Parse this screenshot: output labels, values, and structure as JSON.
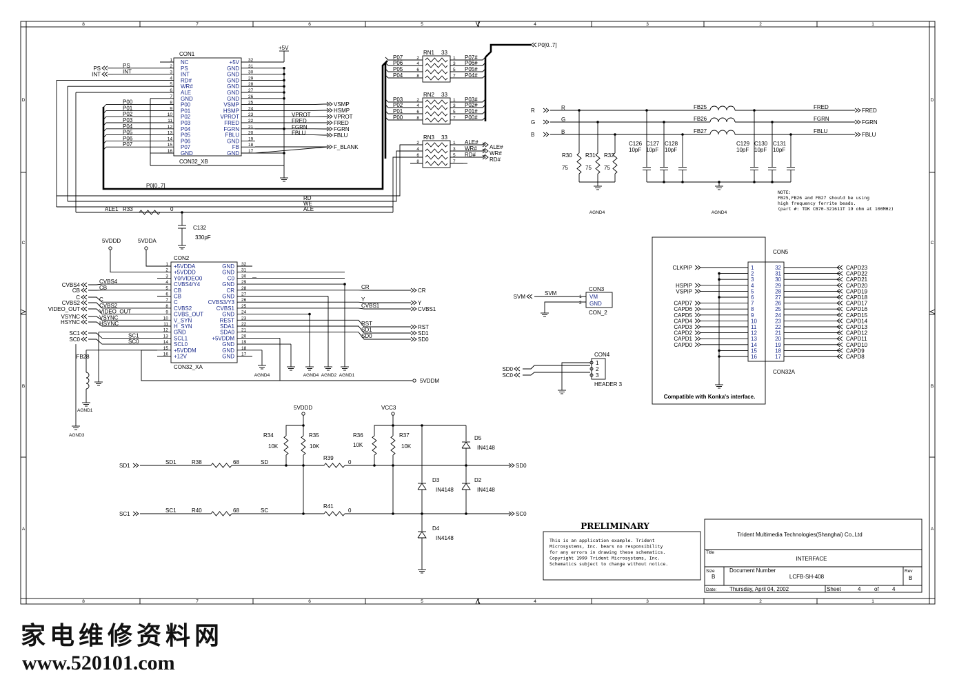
{
  "border": {
    "cols": [
      "8",
      "7",
      "6",
      "5",
      "4",
      "3",
      "2",
      "1"
    ],
    "rows": [
      "D",
      "C",
      "B",
      "A"
    ]
  },
  "con1": {
    "ref": "CON1",
    "part": "CON32_XB",
    "supply": "+5V",
    "left_pins": [
      {
        "n": "1",
        "name": "NC"
      },
      {
        "n": "2",
        "name": "PS"
      },
      {
        "n": "3",
        "name": "INT"
      },
      {
        "n": "4",
        "name": "RD#"
      },
      {
        "n": "5",
        "name": "WR#"
      },
      {
        "n": "6",
        "name": "ALE"
      },
      {
        "n": "7",
        "name": "GND"
      },
      {
        "n": "8",
        "name": "P00"
      },
      {
        "n": "9",
        "name": "P01"
      },
      {
        "n": "10",
        "name": "P02"
      },
      {
        "n": "11",
        "name": "P03"
      },
      {
        "n": "12",
        "name": "P04"
      },
      {
        "n": "13",
        "name": "P05"
      },
      {
        "n": "14",
        "name": "P06"
      },
      {
        "n": "15",
        "name": "P07"
      },
      {
        "n": "16",
        "name": "GND"
      }
    ],
    "right_pins": [
      {
        "n": "32",
        "name": "+5V"
      },
      {
        "n": "31",
        "name": "GND"
      },
      {
        "n": "30",
        "name": "GND"
      },
      {
        "n": "29",
        "name": "GND"
      },
      {
        "n": "28",
        "name": "GND"
      },
      {
        "n": "27",
        "name": "GND"
      },
      {
        "n": "26",
        "name": "GND"
      },
      {
        "n": "25",
        "name": "VSMP"
      },
      {
        "n": "24",
        "name": "HSMP"
      },
      {
        "n": "23",
        "name": "VPROT"
      },
      {
        "n": "22",
        "name": "FRED"
      },
      {
        "n": "21",
        "name": "FGRN"
      },
      {
        "n": "20",
        "name": "FBLU"
      },
      {
        "n": "19",
        "name": "GND"
      },
      {
        "n": "18",
        "name": "FB"
      },
      {
        "n": "17",
        "name": "GND"
      }
    ],
    "left_nets": [
      "PS",
      "INT"
    ],
    "left_ports": [
      "PS",
      "INT"
    ],
    "bus_nets": [
      "P00",
      "P01",
      "P02",
      "P03",
      "P04",
      "P05",
      "P06",
      "P07"
    ],
    "right_nets": [
      "VPROT",
      "FRED",
      "FGRN",
      "FBLU"
    ],
    "ports": [
      "VSMP",
      "HSMP",
      "VPROT",
      "FRED",
      "FGRN",
      "FBLU",
      "F_BLANK"
    ],
    "bus_label": "P0[0..7]"
  },
  "rnets": [
    {
      "ref": "RN1",
      "val": "33",
      "pins_l": [
        "2",
        "4",
        "6",
        "8"
      ],
      "pins_r": [
        "1",
        "3",
        "5",
        "7"
      ],
      "in": [
        "P07",
        "P06",
        "P05",
        "P04"
      ],
      "out": [
        "P07#",
        "P06#",
        "P05#",
        "P04#"
      ]
    },
    {
      "ref": "RN2",
      "val": "33",
      "pins_l": [
        "2",
        "4",
        "6",
        "8"
      ],
      "pins_r": [
        "1",
        "3",
        "5",
        "7"
      ],
      "in": [
        "P03",
        "P02",
        "P01",
        "P00"
      ],
      "out": [
        "P03#",
        "P02#",
        "P01#",
        "P00#"
      ]
    },
    {
      "ref": "RN3",
      "val": "33",
      "pins_l": [
        "2",
        "4",
        "6",
        "8"
      ],
      "pins_r": [
        "1",
        "3",
        "5",
        "7"
      ],
      "in": [
        "",
        "",
        "",
        ""
      ],
      "out": [
        "ALE#",
        "WR#",
        "RD#",
        ""
      ]
    }
  ],
  "bus_port": "P0[0..7]",
  "ctrl_nets": {
    "rd": "RD",
    "we": "WE",
    "ale": "ALE",
    "ale1": "ALE1",
    "r33": "R33",
    "r33_val": "0",
    "c132": "C132",
    "c132_val": "330pF"
  },
  "rgb": {
    "inputs": [
      "R",
      "G",
      "B"
    ],
    "nets": [
      "R",
      "G",
      "B"
    ],
    "beads": [
      "FB25",
      "FB26",
      "FB27"
    ],
    "outs": [
      "FRED",
      "FGRN",
      "FBLU"
    ],
    "ports": [
      "FRED",
      "FGRN",
      "FBLU"
    ],
    "resistors": [
      {
        "ref": "R30",
        "val": "75"
      },
      {
        "ref": "R31",
        "val": "75"
      },
      {
        "ref": "R32",
        "val": "75"
      }
    ],
    "caps": [
      {
        "ref": "C126",
        "val": "10pF"
      },
      {
        "ref": "C127",
        "val": "10pF"
      },
      {
        "ref": "C128",
        "val": "10pF"
      },
      {
        "ref": "C129",
        "val": "10pF"
      },
      {
        "ref": "C130",
        "val": "10pF"
      },
      {
        "ref": "C131",
        "val": "10pF"
      }
    ],
    "gnd": [
      "AGND4",
      "AGND4"
    ],
    "note": [
      "NOTE:",
      "FB25,FB26 and FB27 should be using",
      "high frequency ferrite beads.",
      "(part #: TDK CB70-321611T 19 ohm at 100MHz)"
    ]
  },
  "con2": {
    "ref": "CON2",
    "part": "CON32_XA",
    "sup1": "5VDDD",
    "sup2": "5VDDA",
    "left_pins": [
      {
        "n": "1",
        "name": "+5VDDA"
      },
      {
        "n": "2",
        "name": "+5VDDD"
      },
      {
        "n": "3",
        "name": "Y0/VIDEO0"
      },
      {
        "n": "4",
        "name": "CVBS4/Y4"
      },
      {
        "n": "5",
        "name": "CB"
      },
      {
        "n": "6",
        "name": "CB"
      },
      {
        "n": "7",
        "name": "C"
      },
      {
        "n": "8",
        "name": "CVBS2"
      },
      {
        "n": "9",
        "name": "CVBS_OUT"
      },
      {
        "n": "10",
        "name": "V_SYN"
      },
      {
        "n": "11",
        "name": "H_SYN"
      },
      {
        "n": "12",
        "name": "GND"
      },
      {
        "n": "13",
        "name": "SCL1"
      },
      {
        "n": "14",
        "name": "SCL0"
      },
      {
        "n": "15",
        "name": "+5VDDM"
      },
      {
        "n": "16",
        "name": "+12V"
      }
    ],
    "right_pins": [
      {
        "n": "32",
        "name": "GND"
      },
      {
        "n": "31",
        "name": "GND"
      },
      {
        "n": "30",
        "name": "C0"
      },
      {
        "n": "29",
        "name": "GND"
      },
      {
        "n": "28",
        "name": "CR"
      },
      {
        "n": "27",
        "name": "GND"
      },
      {
        "n": "26",
        "name": "CVBS3/Y3"
      },
      {
        "n": "25",
        "name": "CVBS1"
      },
      {
        "n": "24",
        "name": "GND"
      },
      {
        "n": "23",
        "name": "REST"
      },
      {
        "n": "22",
        "name": "SDA1"
      },
      {
        "n": "21",
        "name": "SDA0"
      },
      {
        "n": "20",
        "name": "+5VDDM"
      },
      {
        "n": "19",
        "name": "GND"
      },
      {
        "n": "18",
        "name": "GND"
      },
      {
        "n": "17",
        "name": "GND"
      }
    ],
    "lnets": [
      "CVBS4",
      "CB",
      "C",
      "CVBS2",
      "VIDEO_OUT",
      "VSYNC",
      "HSYNC",
      "SC1",
      "SC0"
    ],
    "lports": [
      "CVBS4",
      "CB",
      "C",
      "CVBS2",
      "VIDEO_OUT",
      "VSYNC",
      "HSYNC",
      "SC1",
      "SC0"
    ],
    "rnets": [
      "CR",
      "Y",
      "CVBS1",
      "RST",
      "SD1",
      "SD0"
    ],
    "rports": [
      "CR",
      "Y",
      "CVBS1",
      "RST",
      "SD1",
      "SD0"
    ],
    "fb": "FB28",
    "vddm": "5VDDM",
    "gnds": [
      "AGND4",
      "AGND4",
      "AGND2",
      "AGND1",
      "AGND1",
      "AGND3"
    ]
  },
  "con3": {
    "ref": "CON3",
    "part": "CON_2",
    "port": "SVM",
    "net": "SVM",
    "pins": [
      "1",
      "2"
    ],
    "names": [
      "VM",
      "GND"
    ]
  },
  "con4": {
    "ref": "CON4",
    "part": "HEADER 3",
    "ports": [
      "SD0",
      "SC0"
    ],
    "pins": [
      "1",
      "2",
      "3"
    ]
  },
  "con5": {
    "ref": "CON5",
    "part": "CON32A",
    "note": "Compatible with Konka's interface.",
    "left_nets": [
      "CLKPIP",
      "",
      "",
      "HSPIP",
      "VSPIP",
      "",
      "CAPD7",
      "CAPD6",
      "CAPD5",
      "CAPD4",
      "CAPD3",
      "CAPD2",
      "CAPD1",
      "CAPD0",
      "",
      ""
    ],
    "left_pins": [
      "1",
      "2",
      "3",
      "4",
      "5",
      "6",
      "7",
      "8",
      "9",
      "10",
      "11",
      "12",
      "13",
      "14",
      "15",
      "16"
    ],
    "right_pins": [
      "32",
      "31",
      "30",
      "29",
      "28",
      "27",
      "26",
      "25",
      "24",
      "23",
      "22",
      "21",
      "20",
      "19",
      "18",
      "17"
    ],
    "right_nets": [
      "CAPD23",
      "CAPD22",
      "CAPD21",
      "CAPD20",
      "CAPD19",
      "CAPD18",
      "CAPD17",
      "CAPD16",
      "CAPD15",
      "CAPD14",
      "CAPD13",
      "CAPD12",
      "CAPD11",
      "CAPD10",
      "CAPD9",
      "CAPD8"
    ]
  },
  "i2c": {
    "sup1": "5VDDD",
    "sup2": "VCC3",
    "r34": "R34",
    "r34v": "10K",
    "r35": "R35",
    "r35v": "10K",
    "r36": "R36",
    "r36v": "10K",
    "r37": "R37",
    "r37v": "10K",
    "r38": "R38",
    "r38v": "68",
    "r39": "R39",
    "r39v": "0",
    "r40": "R40",
    "r40v": "68",
    "r41": "R41",
    "r41v": "0",
    "in_ports": [
      "SD1",
      "SC1"
    ],
    "in_nets": [
      "SD1",
      "SC1"
    ],
    "mid_nets": [
      "SD",
      "SC"
    ],
    "out_ports": [
      "SD0",
      "SC0"
    ],
    "diodes": [
      {
        "ref": "D5",
        "val": "IN4148"
      },
      {
        "ref": "D3",
        "val": "IN4148"
      },
      {
        "ref": "D2",
        "val": "IN4148"
      },
      {
        "ref": "D4",
        "val": "IN4148"
      }
    ]
  },
  "prelim": "PRELIMINARY",
  "disclaimer": [
    "This is an application example.  Trident",
    "Microsystems, Inc. bears no responsibility",
    "for any errors in drawing these schematics.",
    "Copyright 1999 Trident Microsystems, Inc.",
    "Schematics subject to change without notice."
  ],
  "titleblock": {
    "company": "Trident Multimedia Technologies(Shanghai) Co.,Ltd",
    "title_lbl": "Title",
    "title": "INTERFACE",
    "size_lbl": "Size",
    "size": "B",
    "doc_lbl": "Document Number",
    "doc": "LCFB-SH-408",
    "rev_lbl": "Rev",
    "rev": "B",
    "date_lbl": "Date:",
    "date": "Thursday, April 04, 2002",
    "sheet_lbl": "Sheet",
    "sheet": "4",
    "of_lbl": "of",
    "of": "4"
  },
  "watermark": {
    "cn": "家电维修资料网",
    "url": "www.520101.com"
  }
}
